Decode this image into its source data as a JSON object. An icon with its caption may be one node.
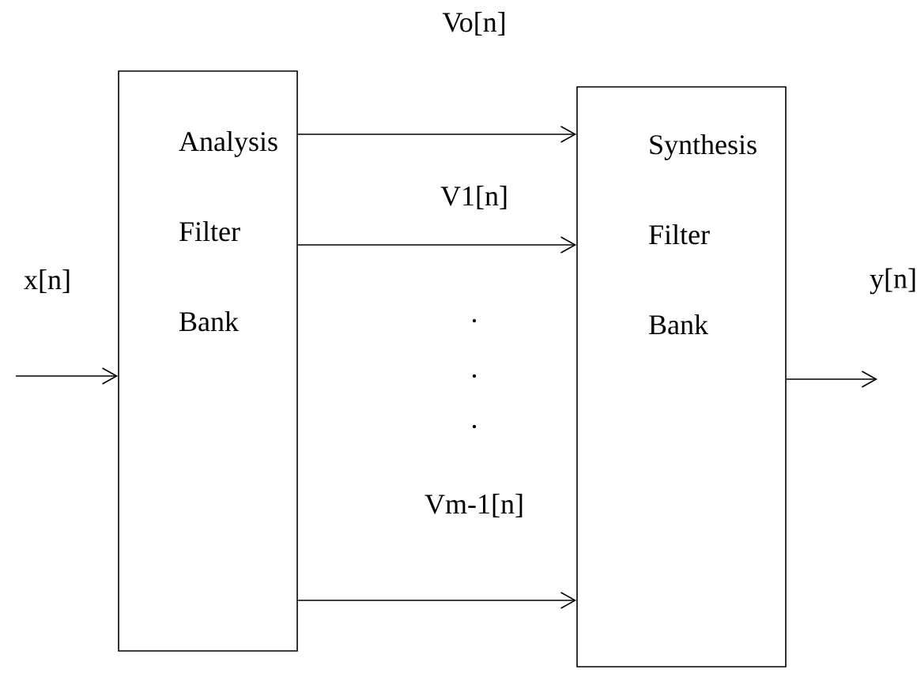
{
  "diagram": {
    "nodes": [
      {
        "text": [
          "Analysis Filter Bank"
        ]
      },
      {
        "text": [
          "Synthesis Filter Bank"
        ]
      }
    ],
    "edges": [
      {
        "from": null,
        "to": 0,
        "arrow": "to",
        "label": "x[n]"
      },
      {
        "from": 0,
        "to": 1,
        "arrow": "to",
        "label": "Vo[n]"
      },
      {
        "from": 0,
        "to": 1,
        "arrow": "to",
        "label": "V1[n]"
      },
      {
        "from": 0,
        "to": 1,
        "arrow": "to",
        "label": "Vm-1[n]"
      },
      {
        "from": 1,
        "to": null,
        "arrow": "to",
        "label": "y[n]"
      }
    ],
    "labels": [
      ".",
      ".",
      "."
    ]
  }
}
